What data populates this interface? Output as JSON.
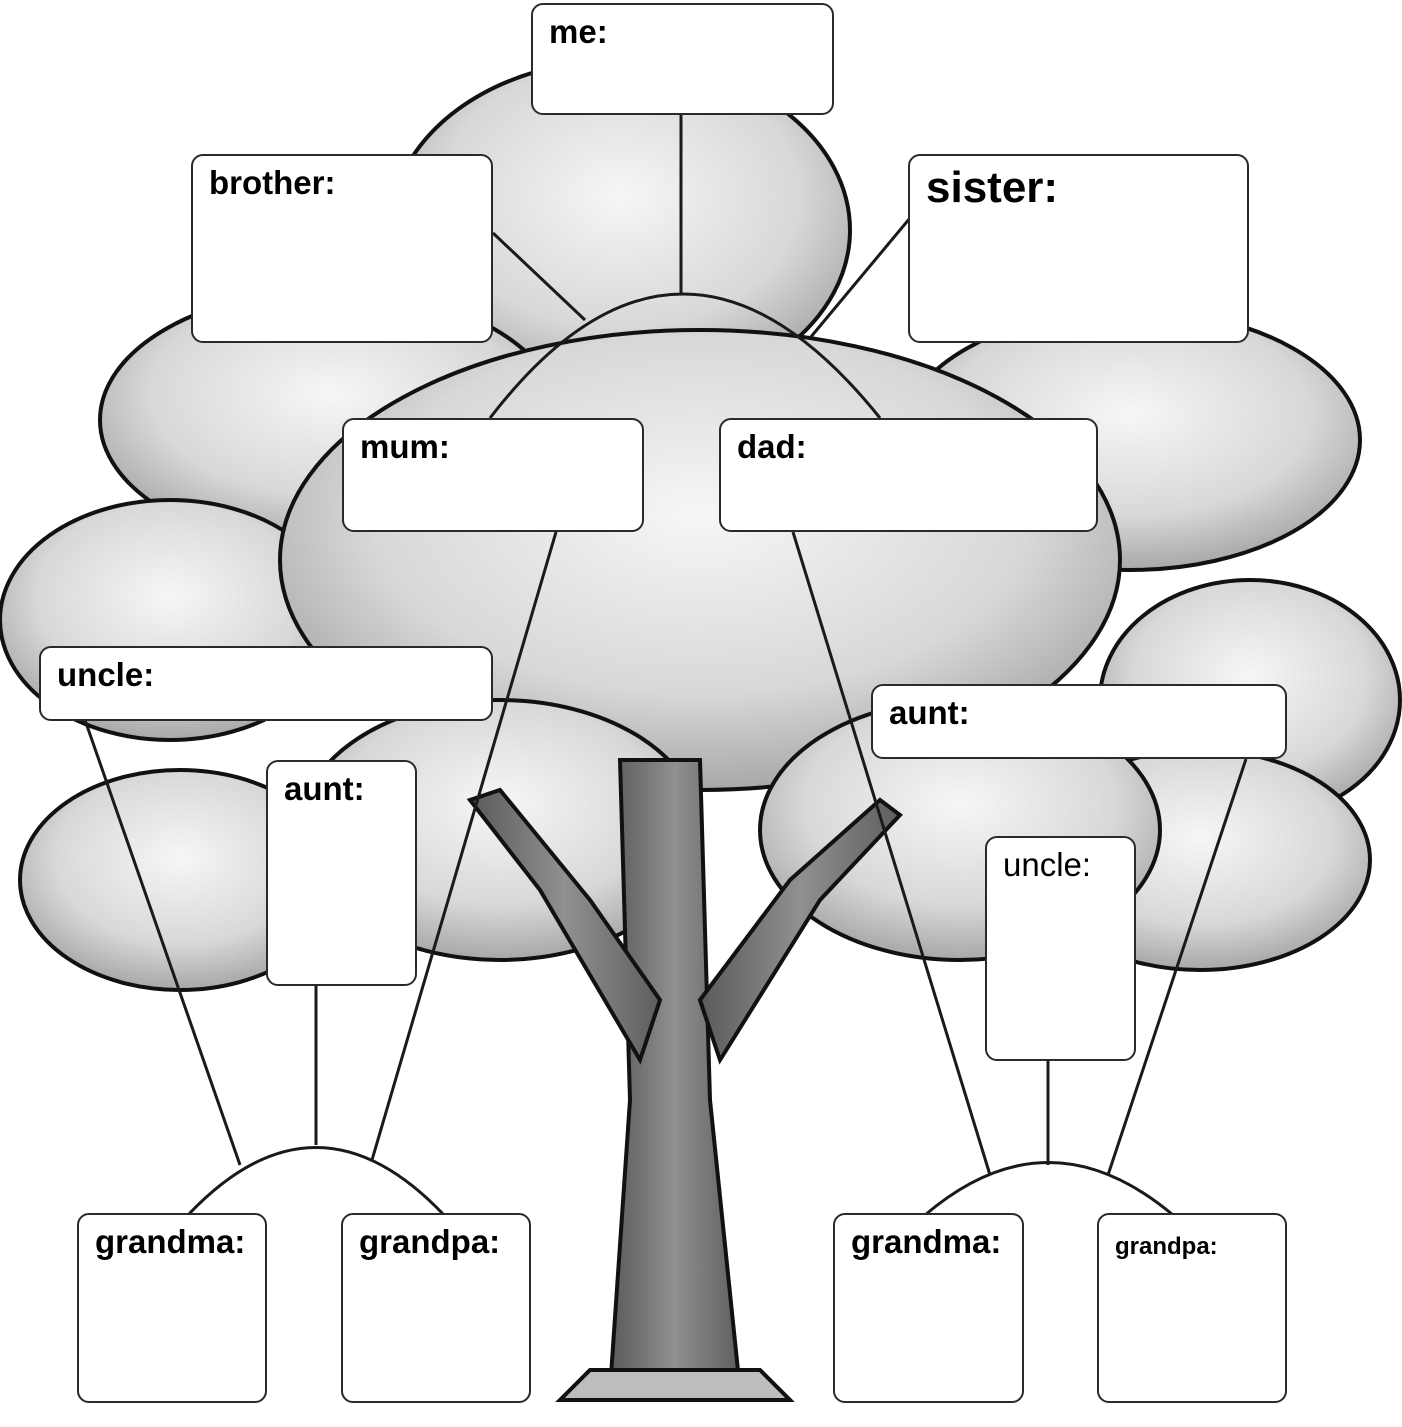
{
  "worksheet": {
    "boxes": {
      "me": "me:",
      "brother": "brother:",
      "sister": "sister:",
      "mum": "mum:",
      "dad": "dad:",
      "uncle_left": "uncle:",
      "aunt_left": "aunt:",
      "aunt_right": "aunt:",
      "uncle_right": "uncle:",
      "grandma_left": "grandma:",
      "grandpa_left": "grandpa:",
      "grandma_right": "grandma:",
      "grandpa_right": "grandpa:"
    }
  },
  "colors": {
    "foliage": "#d9d9d9",
    "foliage_shadow": "#9a9a9a",
    "trunk": "#7b7b7b",
    "outline": "#111111",
    "line": "#1a1a1a"
  }
}
